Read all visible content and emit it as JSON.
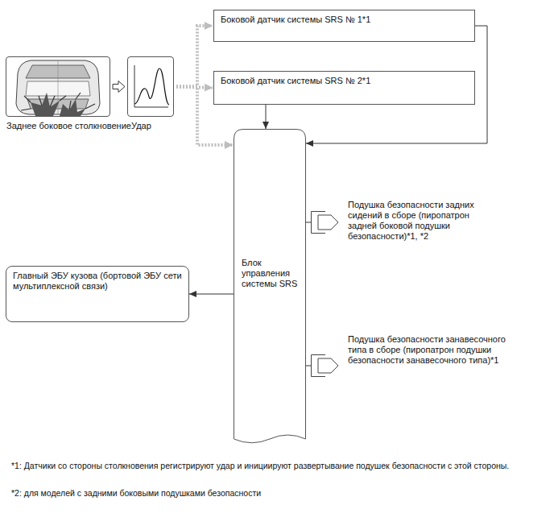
{
  "diagram": {
    "nodes": [
      {
        "text": [
          "Заднее боковое столкновение"
        ]
      },
      {
        "text": [
          "Удар"
        ]
      },
      {
        "text": [
          "Боковой датчик системы SRS № 1*1"
        ]
      },
      {
        "text": [
          "Боковой датчик системы SRS № 2*1"
        ]
      },
      {
        "text": [
          "Блок управления системы SRS"
        ]
      },
      {
        "text": [
          "Главный ЭБУ кузова (бортовой ЭБУ сети мультиплексной связи)"
        ]
      },
      {
        "text": [
          "Подушка безопасности задних сидений в сборе (пиропатрон задней боковой подушки безопасности)*1, *2"
        ]
      },
      {
        "text": [
          "Подушка безопасности занавесочного типа в сборе (пиропатрон подушки безопасности занавесочного типа)*1"
        ]
      }
    ],
    "edges": [
      {
        "from": 0,
        "to": 1,
        "arrow": "to"
      },
      {
        "from": 1,
        "to": 2,
        "arrow": "to"
      },
      {
        "from": 1,
        "to": 3,
        "arrow": "to"
      },
      {
        "from": 1,
        "to": 4,
        "arrow": "to"
      },
      {
        "from": 2,
        "to": 4,
        "arrow": "to"
      },
      {
        "from": 3,
        "to": 4,
        "arrow": "to"
      },
      {
        "from": 4,
        "to": 5,
        "arrow": "to"
      },
      {
        "from": 4,
        "to": 6,
        "arrow": "none"
      },
      {
        "from": 4,
        "to": 7,
        "arrow": "none"
      }
    ],
    "labels": [
      "*1: Датчики со стороны столкновения регистрируют удар и инициируют развертывание подушек безопасности с этой стороны.",
      "*2: для моделей с задними боковыми подушками безопасности"
    ]
  }
}
